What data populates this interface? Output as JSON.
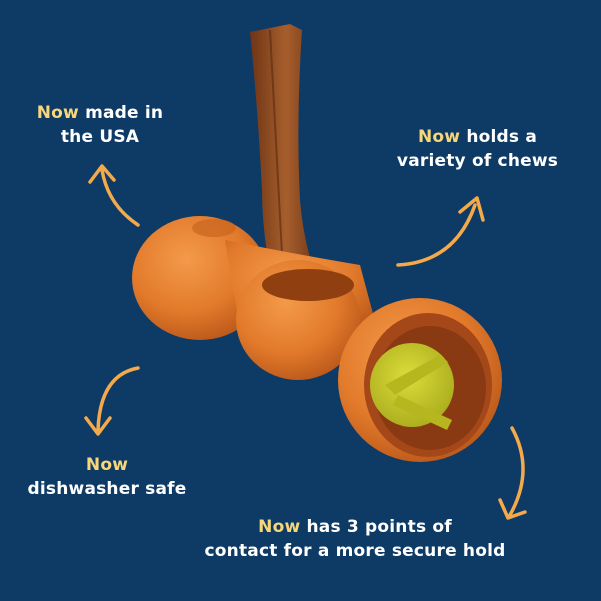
{
  "colors": {
    "background": "#0e3a66",
    "highlight": "#f7d77a",
    "text": "#ffffff",
    "arrow": "#f4a94a",
    "toy_orange": "#e27a2b",
    "insert_yellow": "#c9cc2a",
    "chew_brown": "#8a4a22"
  },
  "callouts": {
    "made_in_usa": {
      "highlight": "Now",
      "line1_rest": " made in",
      "line2": "the USA",
      "icon": "curved-arrow-up-icon"
    },
    "variety_of_chews": {
      "highlight": "Now",
      "line1_rest": " holds a",
      "line2": "variety of chews",
      "icon": "curved-arrow-up-right-icon"
    },
    "dishwasher_safe": {
      "highlight": "Now",
      "line2": "dishwasher safe",
      "icon": "curved-arrow-down-icon"
    },
    "secure_hold": {
      "highlight": "Now",
      "line1_rest": " has 3 points of",
      "line2": "contact for a more secure hold",
      "icon": "curved-arrow-down-left-icon"
    }
  },
  "product": {
    "icon": "orange-chew-toy-image"
  }
}
